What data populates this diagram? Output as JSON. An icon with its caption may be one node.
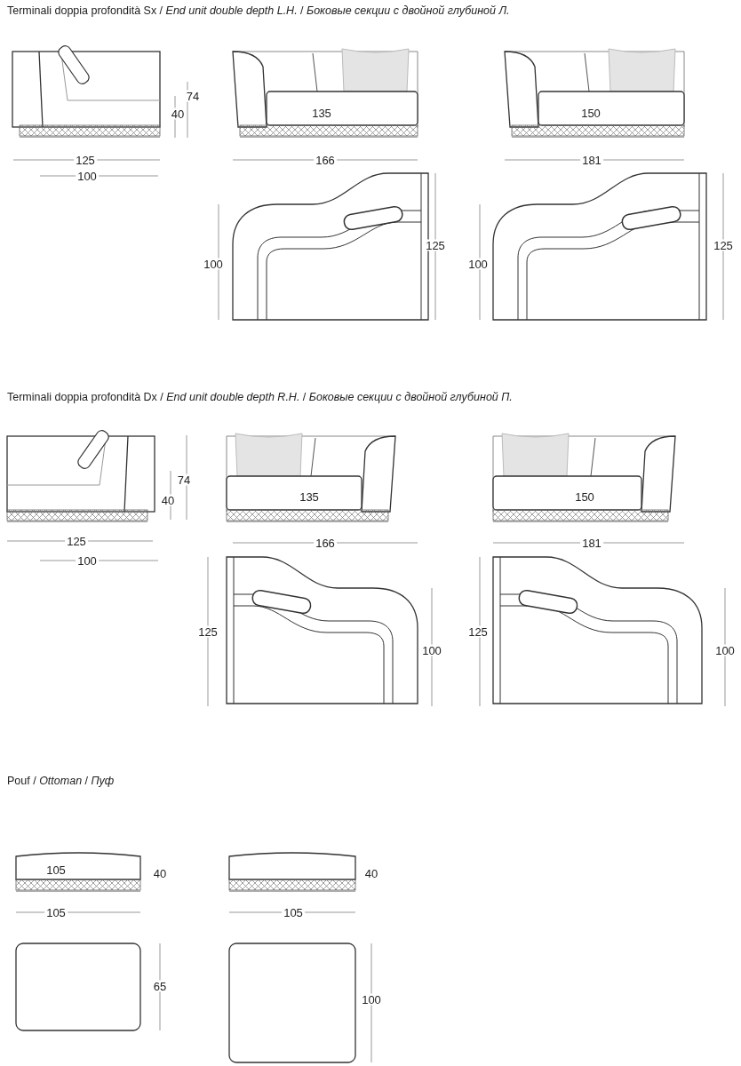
{
  "diagram": {
    "labels": [
      "Terminali doppia profondità Sx / *End unit double depth L.H.* / *Боковые секции с двойной глубиной Л.*",
      "74",
      "40",
      "135",
      "150",
      "125",
      "166",
      "181",
      "100",
      "100",
      "125",
      "100",
      "125",
      "Terminali doppia profondità Dx / *End unit double depth R.H.* / *Боковые секции с двойной глубиной П.*",
      "74",
      "40",
      "135",
      "150",
      "125",
      "166",
      "181",
      "100",
      "125",
      "100",
      "125",
      "100",
      "Pouf / *Ottoman* / *Пуф*",
      "105",
      "40",
      "40",
      "105",
      "105",
      "65",
      "100"
    ]
  }
}
